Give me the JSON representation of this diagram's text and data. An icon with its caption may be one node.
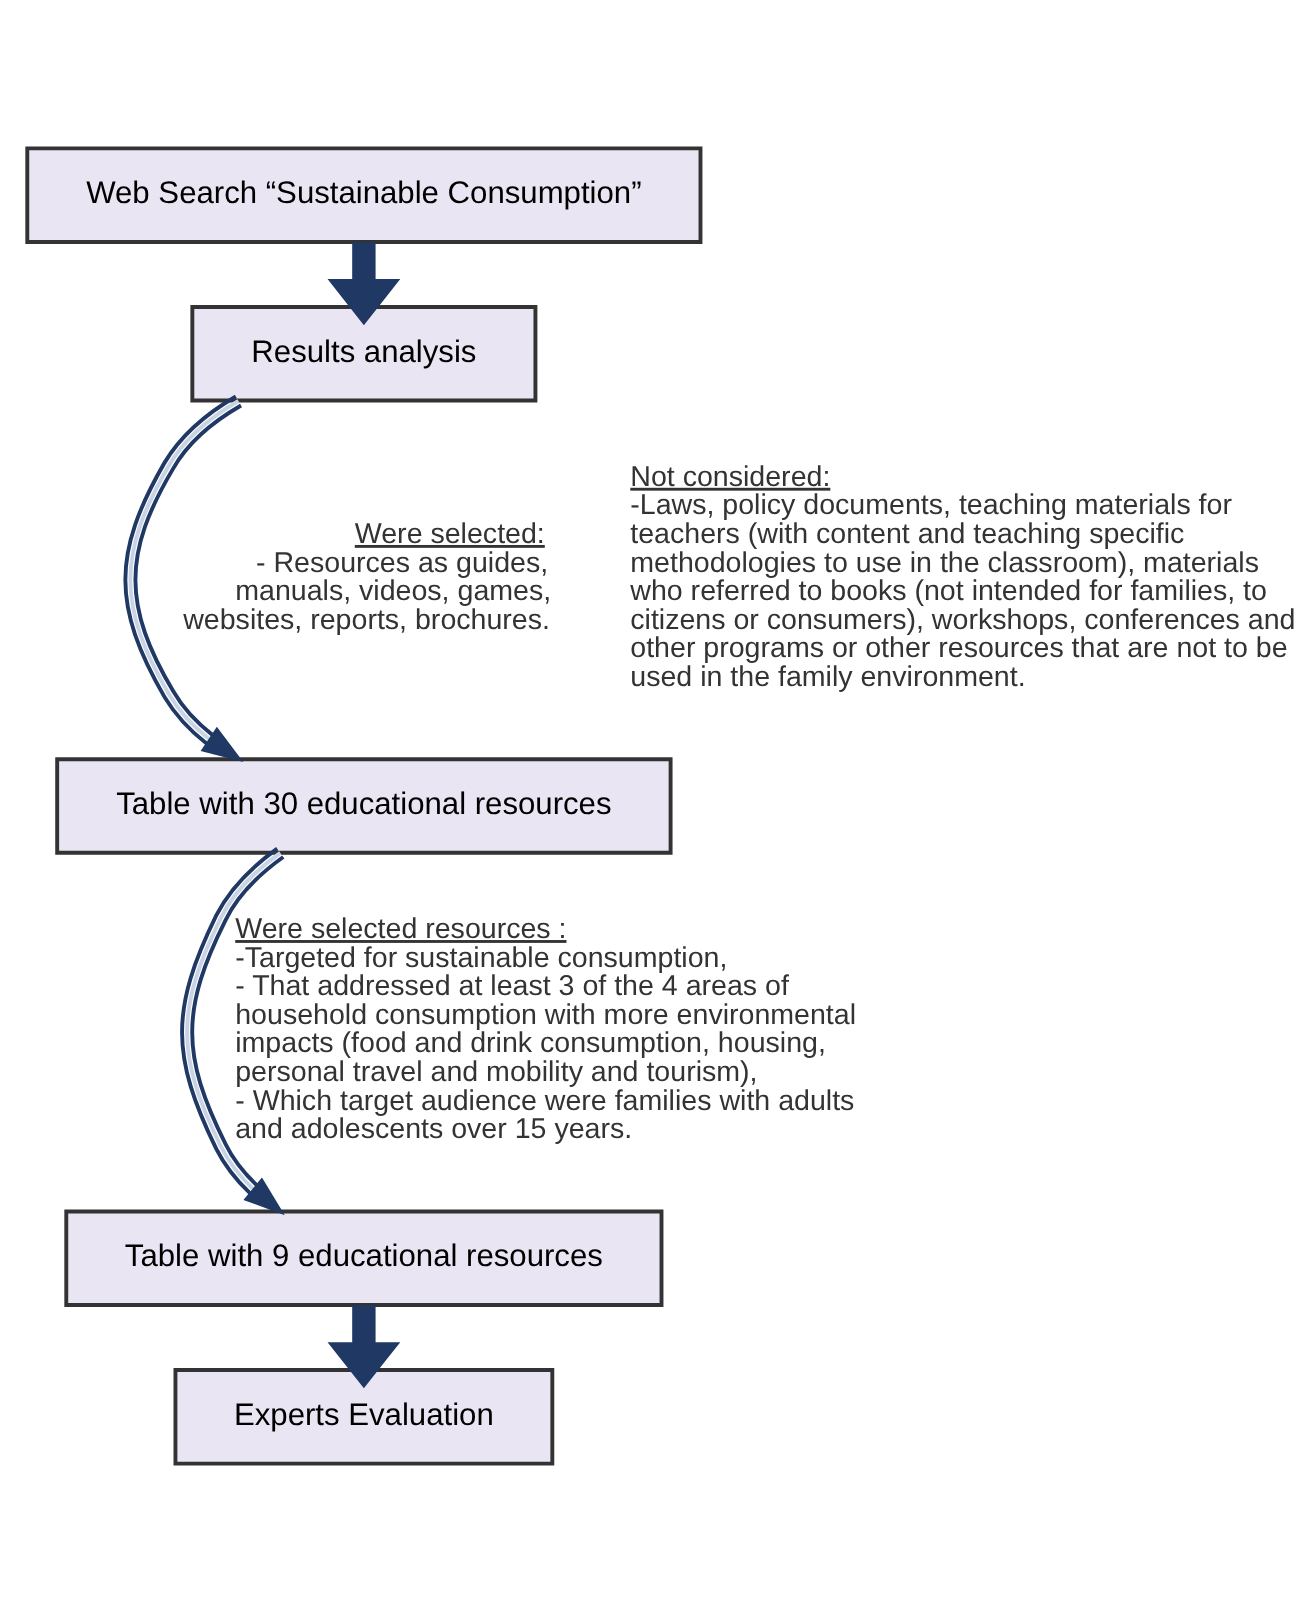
{
  "diagram": {
    "nodes": [
      {
        "text": [
          "Web Search “Sustainable Consumption”"
        ]
      },
      {
        "text": [
          "Results analysis"
        ]
      },
      {
        "text": [
          "Table with 30 educational resources"
        ]
      },
      {
        "text": [
          "Table with 9 educational resources"
        ]
      },
      {
        "text": [
          "Experts Evaluation"
        ]
      }
    ],
    "edges": [
      {
        "from": 0,
        "to": 1,
        "arrow": "to",
        "style": "thick"
      },
      {
        "from": 1,
        "to": 2,
        "arrow": "to"
      },
      {
        "from": 2,
        "to": 3,
        "arrow": "to"
      },
      {
        "from": 3,
        "to": 4,
        "arrow": "to",
        "style": "thick"
      }
    ],
    "labels": [
      "Were selected:",
      "- Resources as guides, manuals, videos, games, websites, reports, brochures.",
      "Not considered:",
      "-Laws, policy documents, teaching materials for teachers (with content and teaching specific methodologies to use in the classroom), materials who referred to books (not intended for families, to citizens or consumers), workshops, conferences and other programs or other resources that are not to be used in the family environment.",
      "Were selected resources :",
      "-Targeted for sustainable consumption,",
      "- That addressed at least 3 of the 4 areas of household consumption with more environmental impacts (food and drink consumption, housing, personal travel and mobility and tourism),",
      "- Which target audience were families with adults and adolescents over 15 years."
    ]
  }
}
